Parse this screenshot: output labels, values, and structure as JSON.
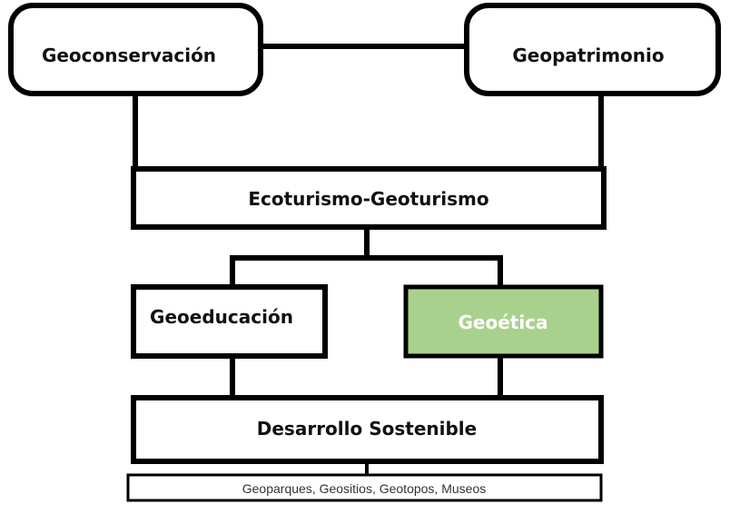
{
  "diagram": {
    "nodes": {
      "geoconservacion": {
        "label": "Geoconservación"
      },
      "geopatrimonio": {
        "label": "Geopatrimonio"
      },
      "ecoturismo": {
        "label": "Ecoturismo-Geoturismo"
      },
      "geoeducacion": {
        "label": "Geoeducación"
      },
      "geoetica": {
        "label": "Geoética"
      },
      "desarrollo": {
        "label": "Desarrollo Sostenible"
      },
      "geoparques": {
        "label": "Geoparques, Geositios, Geotopos, Museos"
      }
    },
    "colors": {
      "stroke": "#000000",
      "geoetica_fill": "#a9d18e",
      "box_fill": "#ffffff"
    }
  }
}
